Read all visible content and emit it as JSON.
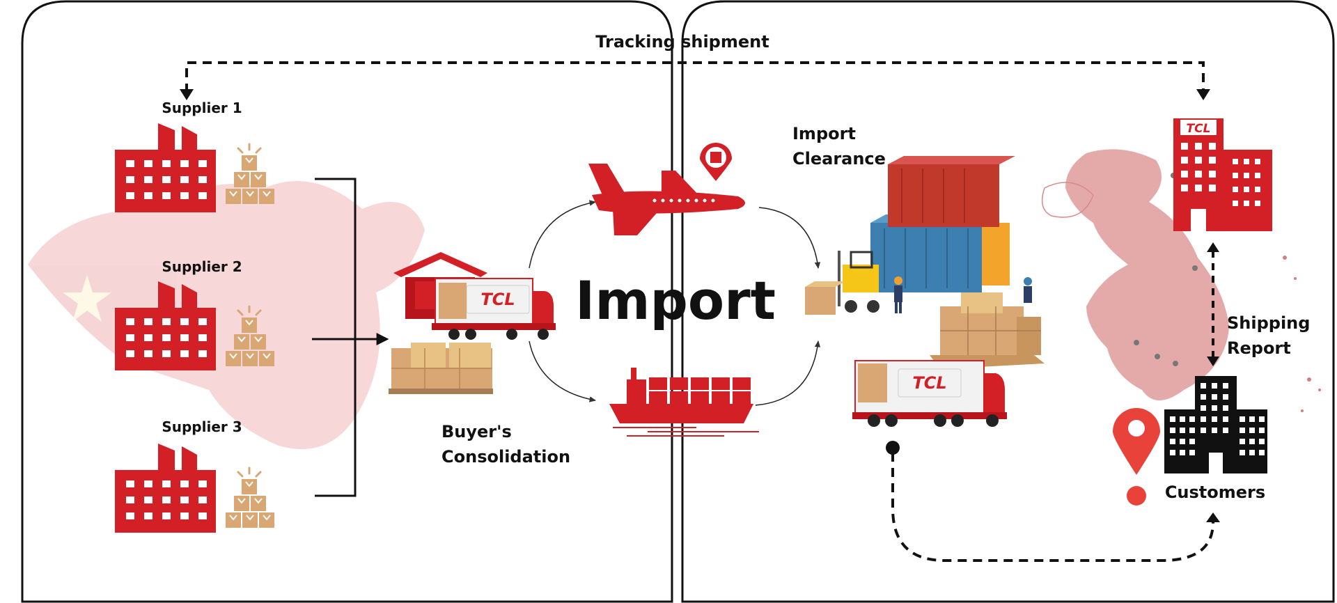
{
  "labels": {
    "tracking": "Tracking shipment",
    "supplier1": "Supplier 1",
    "supplier2": "Supplier 2",
    "supplier3": "Supplier 3",
    "buyers_line1": "Buyer's",
    "buyers_line2": "Consolidation",
    "import": "Import",
    "clearance_line1": "Import",
    "clearance_line2": "Clearance",
    "shipping_line1": "Shipping",
    "shipping_line2": "Report",
    "customers": "Customers",
    "brand": "TCL"
  },
  "colors": {
    "red": "#d31f26",
    "dark_red": "#b8141b",
    "map_pink": "#e1a0a0",
    "box_tan": "#d9a774",
    "container_blue": "#3c7fb0",
    "container_red": "#c0392b",
    "container_orange": "#f3a52b",
    "black": "#111111"
  },
  "icons": [
    "factory-icon",
    "box-stack-icon",
    "warehouse-icon",
    "truck-icon",
    "airplane-icon",
    "cargo-ship-icon",
    "package-pin-icon",
    "container-stack-icon",
    "forklift-icon",
    "office-building-icon",
    "city-buildings-icon",
    "location-pin-icon"
  ]
}
